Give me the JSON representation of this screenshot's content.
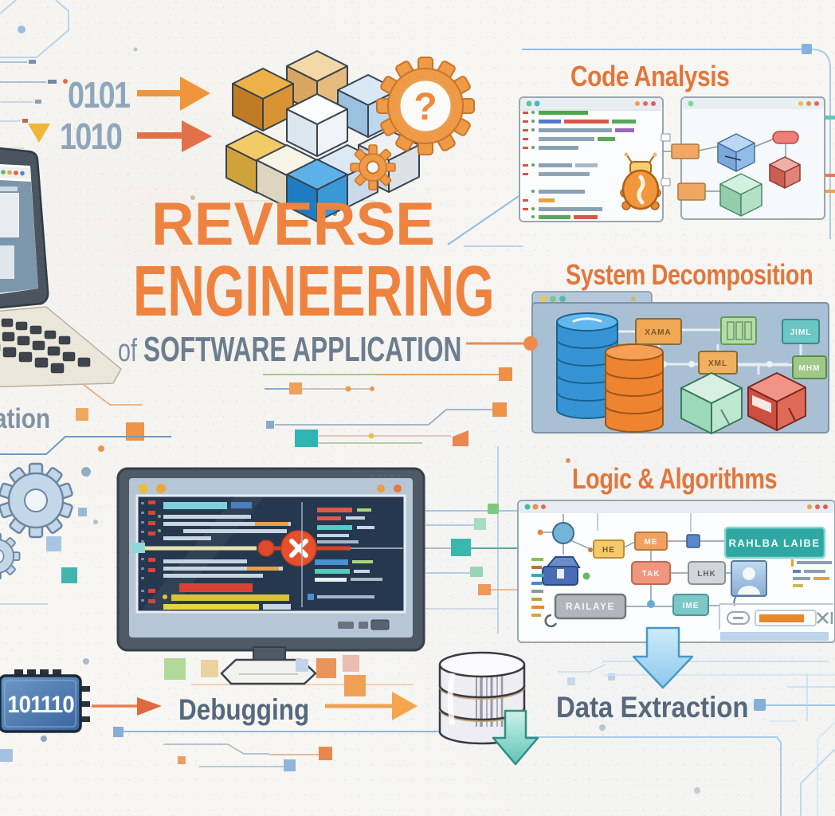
{
  "binary": {
    "line1": "0101",
    "line2": "1010"
  },
  "title": {
    "line1": "REVERSE",
    "line2": "ENGINEERING",
    "subtitle_of": "of ",
    "subtitle_rest": "SOFTWARE APPLICATION"
  },
  "left_panel": {
    "clipped_word": "ation"
  },
  "mystery": {
    "question_mark": "?"
  },
  "sections": {
    "code_analysis": {
      "heading": "Code Analysis"
    },
    "system_decomposition": {
      "heading": "System Decomposition",
      "flow_labels": {
        "box1": "XAMA",
        "box2": "XML",
        "teal_box": "JIML",
        "green_box": "MHM"
      }
    },
    "logic_algorithms": {
      "heading": "Logic & Algorithms",
      "flow_labels": {
        "yellow": "HE",
        "orange": "ME",
        "salmon": "TAK",
        "gray_small": "LHK",
        "teal_small": "IME",
        "teal_large": "RAHLBA LAIBE",
        "gray_large": "RAILAYE"
      }
    }
  },
  "process": {
    "chip_label": "101110",
    "debugging": "Debugging",
    "data_extraction": "Data Extraction"
  },
  "colors": {
    "accent_orange": "#ee8340",
    "heading_orange": "#e2763a",
    "slate_text": "#54687e",
    "binary_blue": "#8ea6bc",
    "teal": "#2fa8a4",
    "screen_navy": "#26384f",
    "error_red": "#e6512c"
  }
}
